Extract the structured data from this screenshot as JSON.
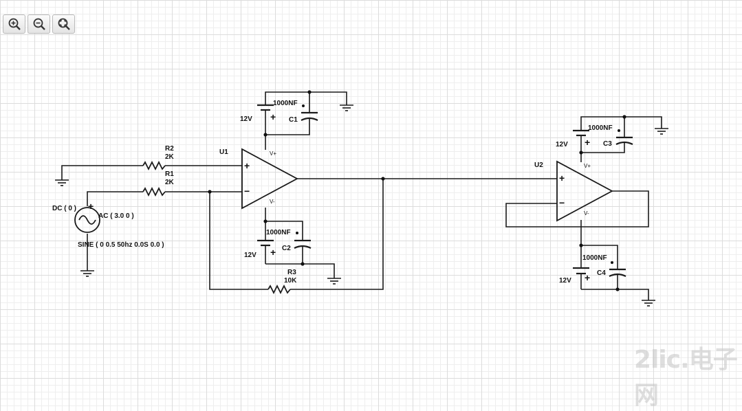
{
  "toolbar": {
    "buttons": [
      {
        "icon": "zoom-in-icon"
      },
      {
        "icon": "zoom-out-icon"
      },
      {
        "icon": "zoom-fit-icon"
      }
    ]
  },
  "schematic": {
    "u1": {
      "ref": "U1",
      "vplus": "V+",
      "vminus": "V-",
      "plus": "+",
      "minus": "−"
    },
    "u2": {
      "ref": "U2",
      "vplus": "V+",
      "vminus": "V-",
      "plus": "+",
      "minus": "−"
    },
    "r1": {
      "ref": "R1",
      "value": "2K"
    },
    "r2": {
      "ref": "R2",
      "value": "2K"
    },
    "r3": {
      "ref": "R3",
      "value": "10K"
    },
    "c1": {
      "ref": "C1",
      "value": "1000NF"
    },
    "c2": {
      "ref": "C2",
      "value": "1000NF"
    },
    "c3": {
      "ref": "C3",
      "value": "1000NF"
    },
    "c4": {
      "ref": "C4",
      "value": "1000NF"
    },
    "batteries": {
      "b1": "12V",
      "b2": "12V",
      "b3": "12V",
      "b4": "12V",
      "plus": "+"
    },
    "source": {
      "dc": "DC ( 0 )",
      "ac": "AC ( 3.0 0 )",
      "sine": "SINE ( 0 0.5 50hz 0.0S 0.0 )",
      "plus": "+"
    }
  },
  "watermark": "2lic.电子网"
}
